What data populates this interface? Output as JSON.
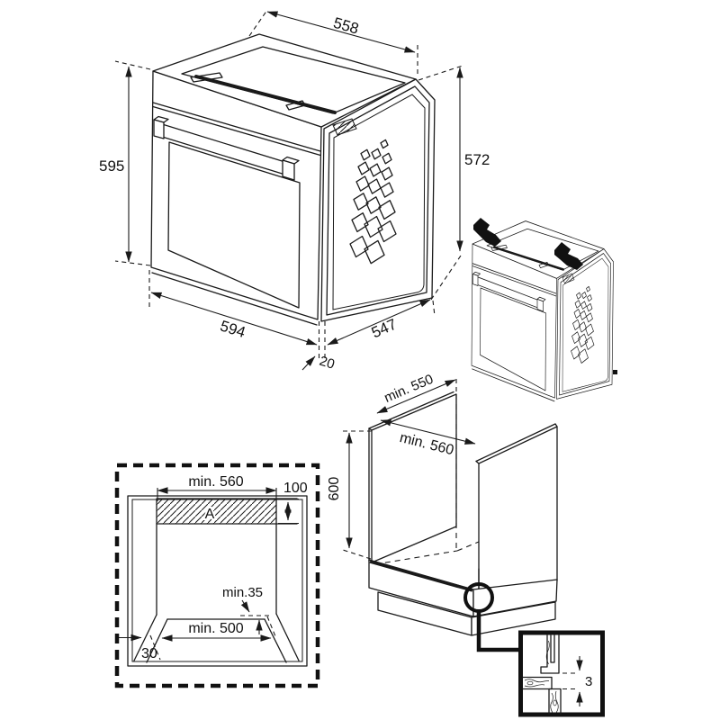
{
  "page": {
    "background": "#ffffff",
    "line_color": "#1a1a1a"
  },
  "labels": {
    "oven": {
      "top_width": "558",
      "front_height": "595",
      "body_height": "572",
      "front_width": "594",
      "body_depth": "547",
      "door_offset": "20"
    },
    "cabinet": {
      "top_depth": "min. 550",
      "inner_depth": "min. 560",
      "height": "600"
    },
    "niche": {
      "top_width": "min. 560",
      "vent_height": "100",
      "vent_area": "A",
      "rear_clearance": "min.35",
      "base_width": "min. 500",
      "slope_width": "30"
    },
    "detail": {
      "gap": "3"
    }
  }
}
